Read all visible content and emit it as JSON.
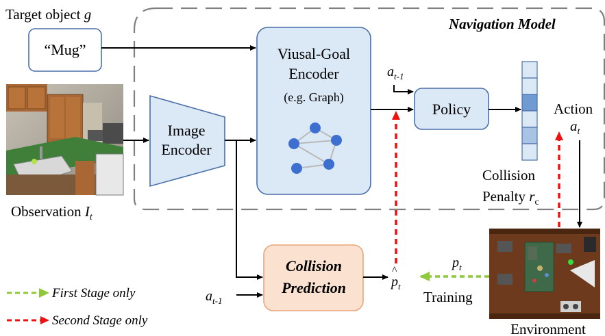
{
  "labels": {
    "target_object": "Target object",
    "target_var": "g",
    "navigation_model": "Navigation Model",
    "mug": "“Mug”",
    "visual_goal_line1": "Viusal-Goal",
    "visual_goal_line2": "Encoder",
    "visual_goal_line3": "(e.g. Graph)",
    "image_line1": "Image",
    "image_line2": "Encoder",
    "policy": "Policy",
    "a_prev": "a",
    "a_prev_sub": "t-1",
    "action_line1": "Action",
    "action_var": "a",
    "action_sub": "t",
    "collision_line1": "Collision",
    "penalty_word": "Penalty",
    "penalty_var": "r",
    "penalty_sub": "c",
    "observation_word": "Observation",
    "observation_var": "I",
    "observation_sub": "t",
    "cp_line1": "Collision",
    "cp_line2": "Prediction",
    "p_hat": "p",
    "p_hat_mark": "^",
    "p_hat_sub": "t",
    "p_var": "p",
    "p_sub": "t",
    "training": "Training",
    "a_prev2": "a",
    "a_prev2_sub": "t-1",
    "environment": "Environment",
    "first_stage": "First Stage  only",
    "second_stage": "Second Stage only"
  },
  "colors": {
    "box_fill": "#dbe8f5",
    "box_stroke": "#4a6fa8",
    "node": "#3d6fd0",
    "cp_fill": "#fbe2d0",
    "cp_stroke": "#e8a57a",
    "red": "#ee1111",
    "green": "#8fc93a",
    "dash_gray": "#808080"
  }
}
